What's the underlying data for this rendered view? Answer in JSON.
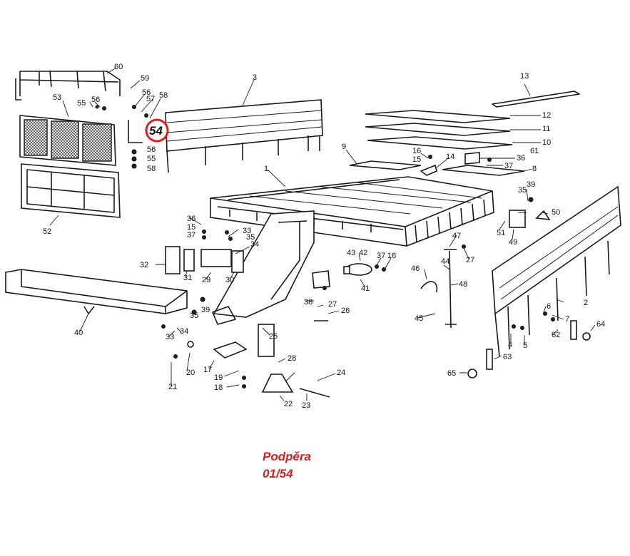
{
  "labels": [
    "1",
    "2",
    "3",
    "4",
    "5",
    "6",
    "7",
    "8",
    "9",
    "10",
    "11",
    "12",
    "13",
    "14",
    "15",
    "16",
    "17",
    "18",
    "19",
    "20",
    "21",
    "22",
    "23",
    "24",
    "25",
    "26",
    "27",
    "28",
    "29",
    "30",
    "31",
    "32",
    "33",
    "34",
    "35",
    "36",
    "37",
    "38",
    "39",
    "40",
    "41",
    "42",
    "43",
    "44",
    "45",
    "46",
    "47",
    "48",
    "49",
    "50",
    "51",
    "52",
    "53",
    "54",
    "55",
    "56",
    "57",
    "58",
    "59",
    "60",
    "61",
    "62",
    "63",
    "64",
    "65"
  ],
  "highlight": {
    "label": "54",
    "ring_color": "#e02020"
  },
  "caption": {
    "title": "Podpěra",
    "code": "01/54",
    "color": "#d42020"
  }
}
